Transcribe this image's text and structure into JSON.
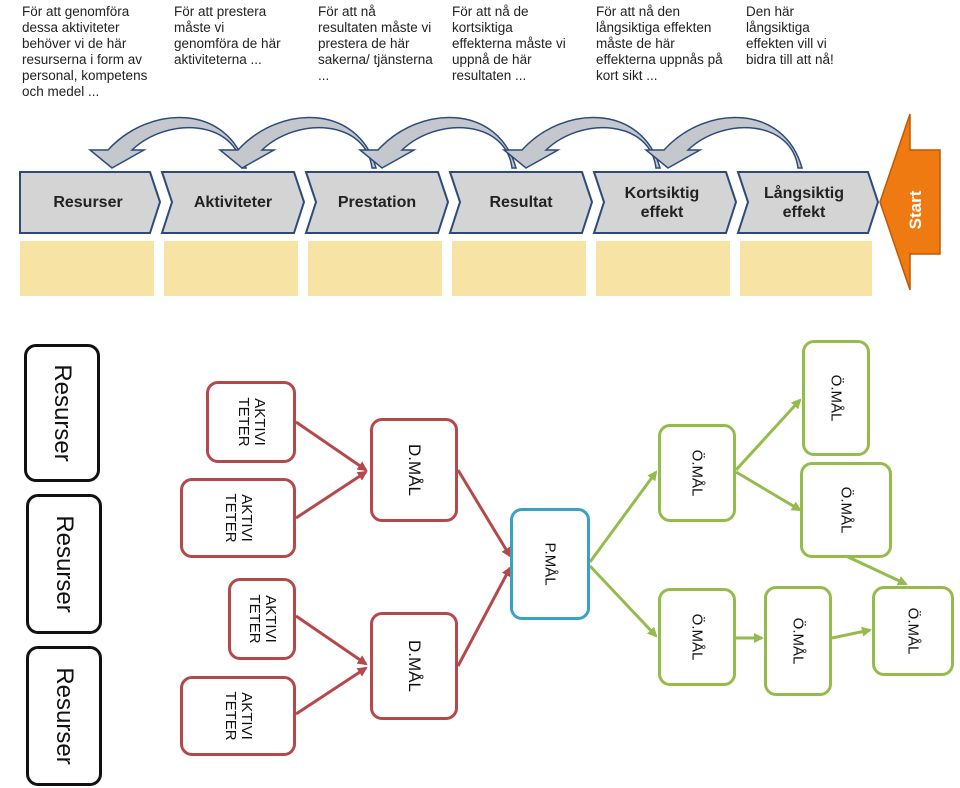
{
  "descriptions": [
    "För att genomföra dessa aktiviteter behöver vi de här resurserna i form av personal, kompetens och medel ...",
    "För att prestera måste vi genomföra de här aktiviteterna ...",
    "För att nå resultaten måste vi prestera de här sakerna/ tjänsterna ...",
    "För att nå de kortsiktiga effekterna måste vi uppnå de här resultaten ...",
    "För att nå den långsiktiga effekten måste de här effekterna uppnås  på kort sikt ...",
    "Den här långsiktiga effekten vill vi bidra till att nå!"
  ],
  "stages": [
    "Resurser",
    "Aktiviteter",
    "Prestation",
    "Resultat",
    "Kortsiktig effekt",
    "Långsiktig effekt"
  ],
  "start_label": "Start",
  "colors": {
    "stage_fill": "#d4d4d4",
    "stage_border": "#2c4a7c",
    "yellow_fill": "#f7e4a4",
    "start_orange": "#f07a12",
    "curve_arrow_fill": "#c4c8cc",
    "curve_arrow_stroke": "#2c4a7c",
    "red": "#b5484a",
    "blue": "#3aa0c6",
    "green": "#93bc4c"
  },
  "tree": {
    "resources": [
      "Resurser",
      "Resurser",
      "Resurser"
    ],
    "activities": [
      "AKTIVI\nTETER",
      "AKTIVI\nTETER",
      "AKTIVI\nTETER",
      "AKTIVI\nTETER"
    ],
    "dmal": [
      "D.MÅL",
      "D.MÅL"
    ],
    "pmal": "P.MÅL",
    "omal": [
      "Ö.MÅL",
      "Ö.MÅL",
      "Ö.MÅL",
      "Ö.MÅL",
      "Ö.MÅL",
      "Ö.MÅL"
    ]
  }
}
